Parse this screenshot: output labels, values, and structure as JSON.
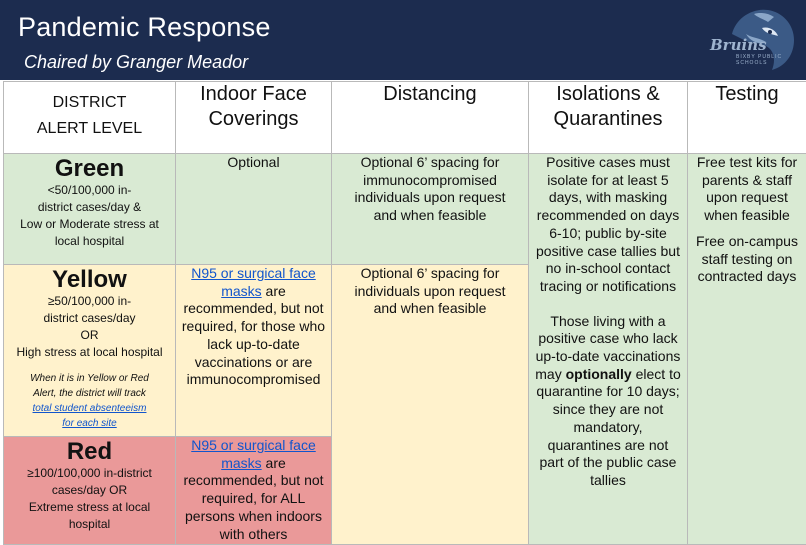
{
  "header": {
    "title": "Pandemic Response",
    "subtitle": "Chaired by Granger Meador",
    "logo_text": "Bruins",
    "logo_subtext": "BIXBY PUBLIC SCHOOLS"
  },
  "columns": {
    "level": "DISTRICT\nALERT LEVEL",
    "masks": "Indoor Face\nCoverings",
    "distancing": "Distancing",
    "isolation": "Isolations &\nQuarantines",
    "testing": "Testing"
  },
  "green": {
    "name": "Green",
    "criteria_1": "<50/100,000 in-district cases/day &",
    "criteria_2": "Low or Moderate stress at local hospital",
    "masks": "Optional",
    "distancing": "Optional 6’ spacing for immunocompromised individuals upon request and when feasible"
  },
  "yellow": {
    "name": "Yellow",
    "criteria_1": "≥50/100,000 in-district cases/day OR",
    "criteria_2": "High stress at local hospital",
    "note": "When it is in Yellow or Red Alert, the district will track",
    "note_link": "total student absenteeism for each site",
    "masks_link": "N95 or surgical face masks",
    "masks_rest": " are recommended, but not required, for those who lack up-to-date vaccinations or are immunocompromised",
    "distancing": "Optional 6’ spacing for individuals upon request and when feasible"
  },
  "red": {
    "name": "Red",
    "criteria_1": "≥100/100,000 in-district cases/day OR",
    "criteria_2": "Extreme stress at local hospital",
    "masks_link": "N95 or surgical face masks",
    "masks_rest": " are recommended, but not required, for ALL persons when indoors with others"
  },
  "isolation": {
    "para1": "Positive cases must isolate for at least 5 days, with masking recommended on days 6-10; public by-site positive case tallies but no in-school contact tracing or notifications",
    "para2_before": "Those living with a positive case who lack up-to-date vaccinations may ",
    "para2_bold": "optionally",
    "para2_after": " elect to quarantine for 10 days; since they are not mandatory, quarantines are not part of the public case tallies"
  },
  "testing": {
    "para1": "Free test kits for parents & staff upon request when feasible",
    "para2": "Free on-campus staff testing on contracted days"
  }
}
